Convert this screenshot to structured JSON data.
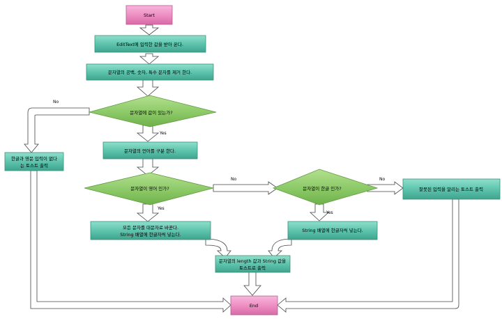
{
  "nodes": {
    "start": "Start",
    "step1": "EditText에 입력한 값을 받아 온다.",
    "step2": "문자열의 공백, 숫자, 특수 문자를 제거 한다.",
    "decision1": "문자열에 값이 있는가?",
    "step3": "문자열의 언어를 구분 한다.",
    "decision2": "문자열이 영어 인가?",
    "decision3": "문자열이 한글 인가?",
    "left_box_line1": "한글과 영문 입력이 없다",
    "left_box_line2": "는 토스트 출력",
    "english_box_line1": "모든 문자를 대문자로 바꾼다.",
    "english_box_line2": "String 배열에 한글자씩 넣는다.",
    "korean_box": "String 배열에 한글자씩 넣는다.",
    "right_box": "잘못된 입력을 알리는 토스트 출력",
    "output_box_line1": "문자열의 length 값과 String 값을",
    "output_box_line2": "토스트로 출력",
    "end": "End"
  },
  "labels": {
    "no1": "No",
    "yes1": "Yes",
    "no2": "No",
    "yes2": "Yes",
    "no3": "No",
    "yes3": "Yes"
  },
  "colors": {
    "process_fill": "#5fc4ad",
    "process_stroke": "#3a8f7a",
    "decision_fill": "#8fcb6a",
    "decision_stroke": "#5e9a3e",
    "terminal_fill": "#ee8fc3",
    "terminal_stroke": "#b55a91"
  }
}
